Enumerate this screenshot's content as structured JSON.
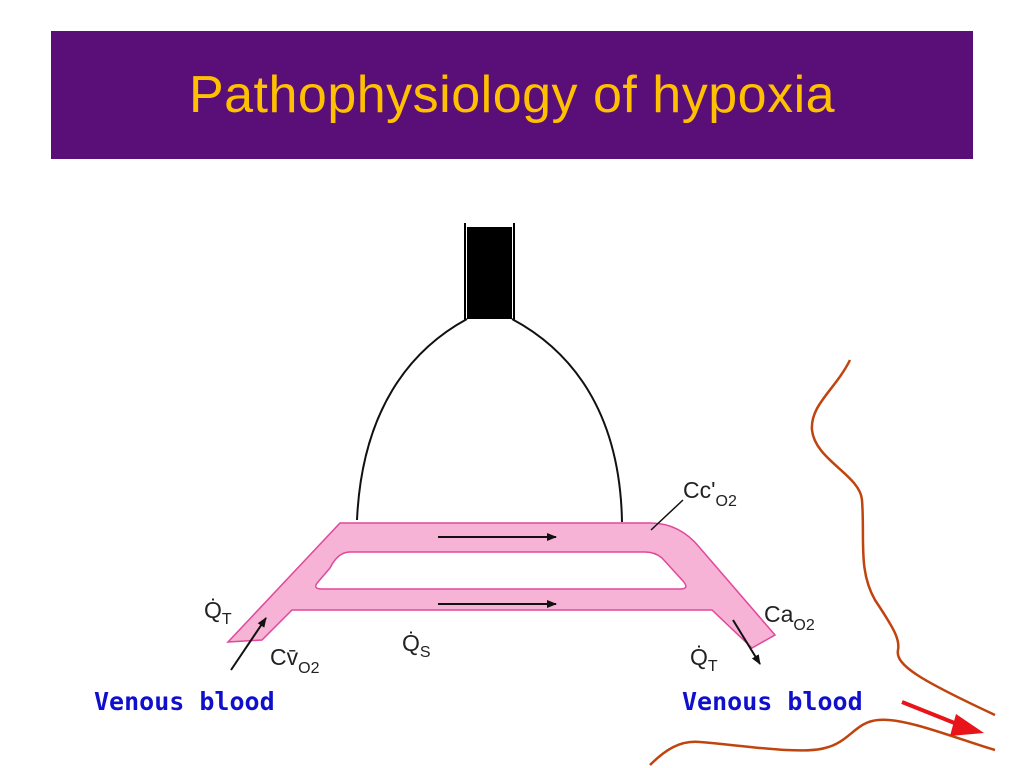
{
  "title": "Pathophysiology of hypoxia",
  "labels": {
    "cc_o2": {
      "main": "Cc'",
      "sub": "O2"
    },
    "ca_o2": {
      "main": "Ca",
      "sub": "O2"
    },
    "cv_o2": {
      "main": "Cv̄",
      "sub": "O2"
    },
    "qt_left": {
      "main": "Q̇",
      "sub": "T"
    },
    "qt_right": {
      "main": "Q̇",
      "sub": "T"
    },
    "qs": {
      "main": "Q̇",
      "sub": "S"
    }
  },
  "venous_left": "Venous blood",
  "venous_right": "Venous blood",
  "colors": {
    "title_bg": "#5a0f78",
    "title_text": "#ffc000",
    "vessel_fill": "#f7b3d6",
    "vessel_stroke": "#e0489c",
    "venous_text": "#1010cc",
    "curve": "#c0440e",
    "red_arrow": "#e8141a"
  }
}
